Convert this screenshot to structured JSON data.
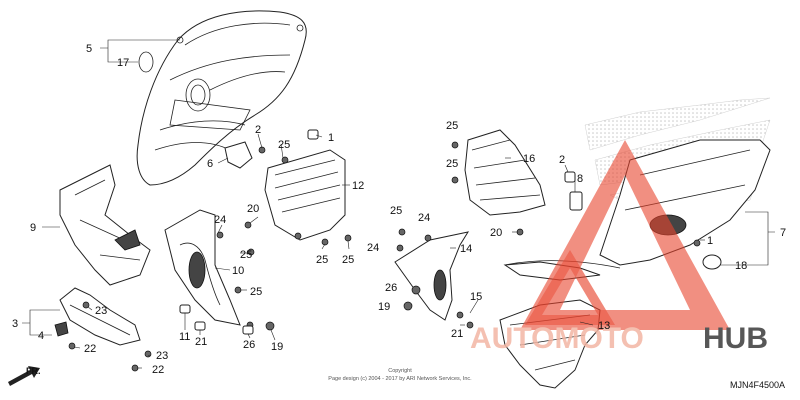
{
  "diagram": {
    "part_code": "MJN4F4500A",
    "copyright_line1": "Copyright",
    "copyright_line2": "Page design (c) 2004 - 2017 by ARI Network Services, Inc.",
    "direction_label": "FR."
  },
  "watermark": {
    "auto": "AUTOMOTO",
    "hub": "HUB",
    "auto_color": "#f3b6a4",
    "hub_color": "#3a3a3a",
    "triangle_color": "#e8442e"
  },
  "callouts": [
    {
      "id": "c5",
      "text": "5"
    },
    {
      "id": "c17",
      "text": "17"
    },
    {
      "id": "c2a",
      "text": "2"
    },
    {
      "id": "c25a",
      "text": "25"
    },
    {
      "id": "c1a",
      "text": "1"
    },
    {
      "id": "c6",
      "text": "6"
    },
    {
      "id": "c12",
      "text": "12"
    },
    {
      "id": "c9",
      "text": "9"
    },
    {
      "id": "c24a",
      "text": "24"
    },
    {
      "id": "c20a",
      "text": "20"
    },
    {
      "id": "c25b",
      "text": "25"
    },
    {
      "id": "c10",
      "text": "10"
    },
    {
      "id": "c25c",
      "text": "25"
    },
    {
      "id": "c25d",
      "text": "25"
    },
    {
      "id": "c25e",
      "text": "25"
    },
    {
      "id": "c3",
      "text": "3"
    },
    {
      "id": "c23a",
      "text": "23"
    },
    {
      "id": "c4",
      "text": "4"
    },
    {
      "id": "c22a",
      "text": "22"
    },
    {
      "id": "c11",
      "text": "11"
    },
    {
      "id": "c21a",
      "text": "21"
    },
    {
      "id": "c26a",
      "text": "26"
    },
    {
      "id": "c19a",
      "text": "19"
    },
    {
      "id": "c23b",
      "text": "23"
    },
    {
      "id": "c22b",
      "text": "22"
    },
    {
      "id": "c25f",
      "text": "25"
    },
    {
      "id": "c25g",
      "text": "25"
    },
    {
      "id": "c16",
      "text": "16"
    },
    {
      "id": "c2b",
      "text": "2"
    },
    {
      "id": "c8",
      "text": "8"
    },
    {
      "id": "c20b",
      "text": "20"
    },
    {
      "id": "c25h",
      "text": "25"
    },
    {
      "id": "c24b",
      "text": "24"
    },
    {
      "id": "c24c",
      "text": "24"
    },
    {
      "id": "c14",
      "text": "14"
    },
    {
      "id": "c7",
      "text": "7"
    },
    {
      "id": "c1b",
      "text": "1"
    },
    {
      "id": "c18",
      "text": "18"
    },
    {
      "id": "c26b",
      "text": "26"
    },
    {
      "id": "c19b",
      "text": "19"
    },
    {
      "id": "c15",
      "text": "15"
    },
    {
      "id": "c21b",
      "text": "21"
    },
    {
      "id": "c13",
      "text": "13"
    }
  ]
}
